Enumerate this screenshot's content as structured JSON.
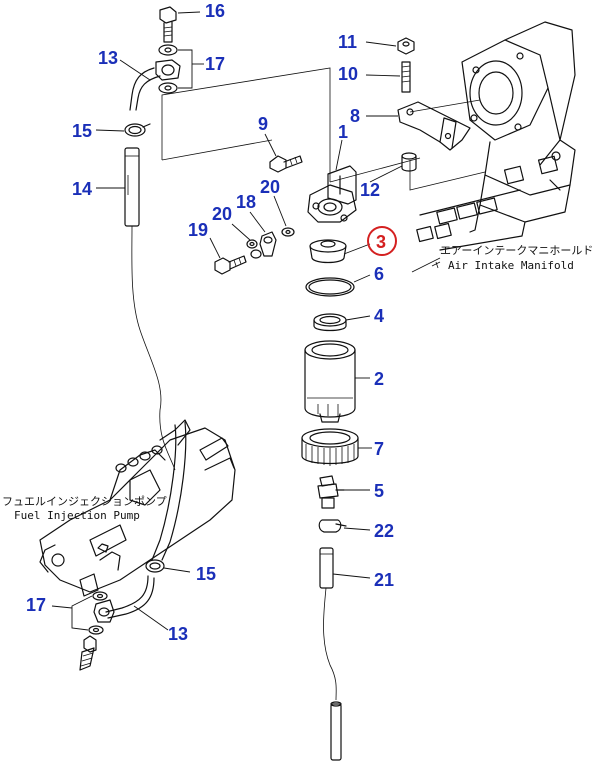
{
  "callouts": {
    "p16": "16",
    "p17_top": "17",
    "p13_top": "13",
    "p11": "11",
    "p10": "10",
    "p8": "8",
    "p9": "9",
    "p1": "1",
    "p15_top": "15",
    "p12": "12",
    "p14": "14",
    "p20_a": "20",
    "p18": "18",
    "p20_b": "20",
    "p19": "19",
    "p3": "3",
    "p6": "6",
    "p4": "4",
    "p2": "2",
    "p7": "7",
    "p5": "5",
    "p22": "22",
    "p15_bottom": "15",
    "p21": "21",
    "p17_bottom": "17",
    "p13_bottom": "13"
  },
  "notes": {
    "air_intake_jp": "エアーインテークマニホールド",
    "air_intake_en": "Air Intake Manifold",
    "fuel_pump_jp": "フュエルインジェクションポンプ",
    "fuel_pump_en": "Fuel Injection Pump"
  },
  "colors": {
    "callout_text": "#1a2fb8",
    "highlight_ring": "#d42020",
    "line_art": "#111111"
  }
}
